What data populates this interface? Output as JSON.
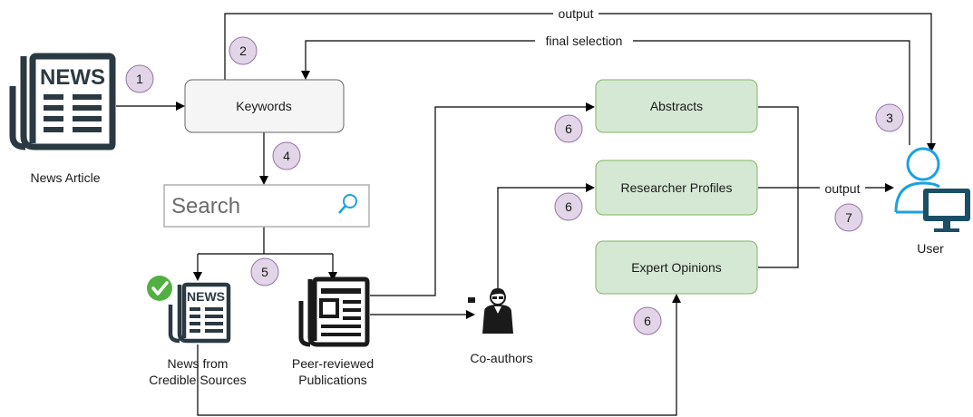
{
  "colors": {
    "step_fill": "#e1d5e7",
    "step_stroke": "#9673a6",
    "green_fill": "#d5e8d4",
    "green_stroke": "#82b366",
    "grey_fill": "#f5f5f5",
    "grey_stroke": "#666666",
    "icon_dark": "#2b3a42",
    "accent_blue": "#1ba1e2",
    "check_green": "#52b043"
  },
  "nodes": {
    "news_article": "News Article",
    "keywords": "Keywords",
    "search_placeholder": "Search",
    "news_credible_line1": "News from",
    "news_credible_line2": "Credible Sources",
    "peer_reviewed_line1": "Peer-reviewed",
    "peer_reviewed_line2": "Publications",
    "coauthors": "Co-authors",
    "abstracts": "Abstracts",
    "researcher_profiles": "Researcher Profiles",
    "expert_opinions": "Expert Opinions",
    "user": "User"
  },
  "icons": {
    "news_icon_text": "NEWS",
    "news_small_icon_text": "NEWS"
  },
  "edges": {
    "output_top": "output",
    "final_selection": "final selection",
    "output_right": "output"
  },
  "steps": [
    "1",
    "2",
    "3",
    "4",
    "5",
    "6",
    "6",
    "6",
    "7"
  ]
}
